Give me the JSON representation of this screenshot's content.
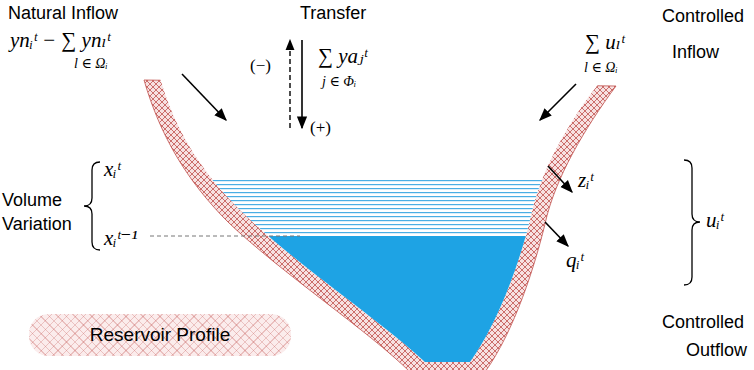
{
  "diagram": {
    "nodes": [
      {
        "text": [
          "Reservoir Profile"
        ]
      }
    ],
    "labels": [
      "Natural Inflow",
      "ynᵢᵗ − ∑ ynₗᵗ",
      "l ∈ Ωᵢ",
      "Transfer",
      "(−)",
      "(+)",
      "∑ yaⱼᵗ",
      "j ∈ Φᵢ",
      "∑ uₗᵗ",
      "l ∈ Ωᵢ",
      "Controlled",
      "Inflow",
      "xᵢᵗ",
      "Volume",
      "Variation",
      "xᵢᵗ⁻¹",
      "zᵢᵗ",
      "uᵢᵗ",
      "qᵢᵗ",
      "Controlled",
      "Outflow"
    ]
  }
}
